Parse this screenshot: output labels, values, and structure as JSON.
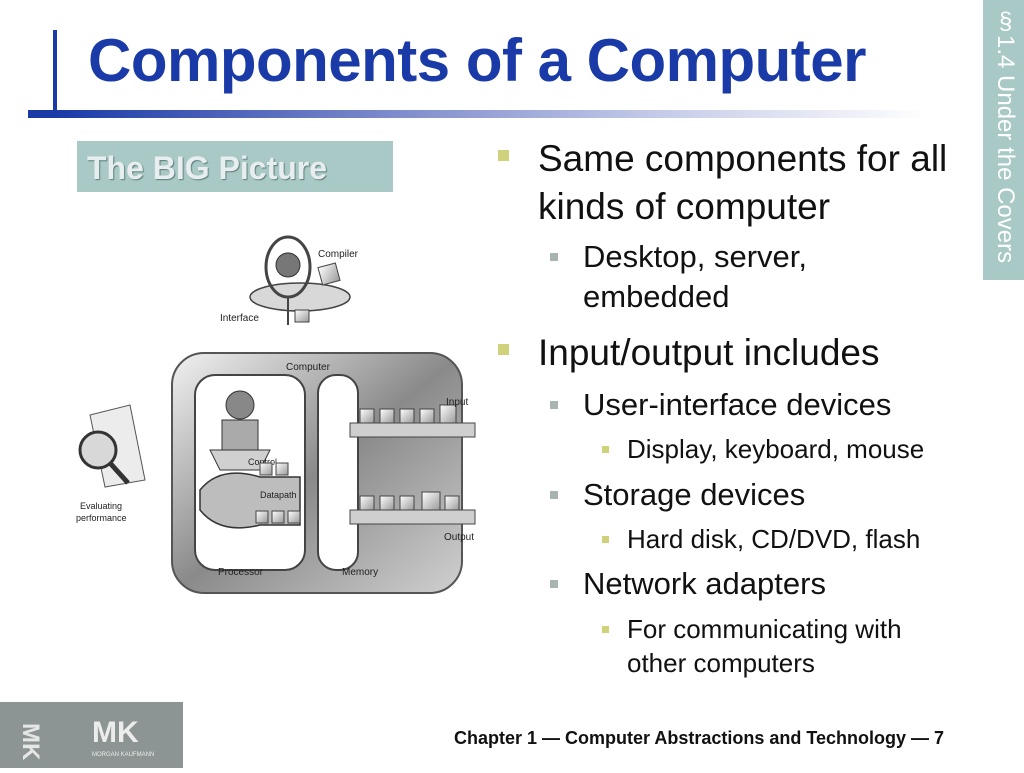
{
  "slide": {
    "title": "Components of a Computer",
    "section_tab": "§1.4 Under the Covers",
    "big_picture_label": "The BIG Picture",
    "footer": "Chapter 1 — Computer Abstractions and Technology — 7",
    "logo_text": "MK",
    "logo_subtext": "MORGAN KAUFMANN"
  },
  "diagram": {
    "labels": {
      "compiler": "Compiler",
      "interface": "Interface",
      "computer": "Computer",
      "input": "Input",
      "control": "Control",
      "datapath": "Datapath",
      "output": "Output",
      "processor": "Processor",
      "memory": "Memory",
      "evaluating": "Evaluating",
      "performance": "performance"
    }
  },
  "bullets": [
    {
      "text": "Same components for all kinds of computer",
      "children": [
        {
          "text": "Desktop, server, embedded",
          "children": []
        }
      ]
    },
    {
      "text": "Input/output includes",
      "children": [
        {
          "text": "User-interface devices",
          "children": [
            {
              "text": "Display, keyboard, mouse"
            }
          ]
        },
        {
          "text": "Storage devices",
          "children": [
            {
              "text": "Hard disk, CD/DVD, flash"
            }
          ]
        },
        {
          "text": "Network adapters",
          "children": [
            {
              "text": "For communicating with other computers"
            }
          ]
        }
      ]
    }
  ],
  "colors": {
    "title_blue": "#1a3aa8",
    "tab_teal": "#a8c9c6",
    "bullet_yellow": "#cfd27a",
    "bullet_gray": "#a8b4b2"
  }
}
